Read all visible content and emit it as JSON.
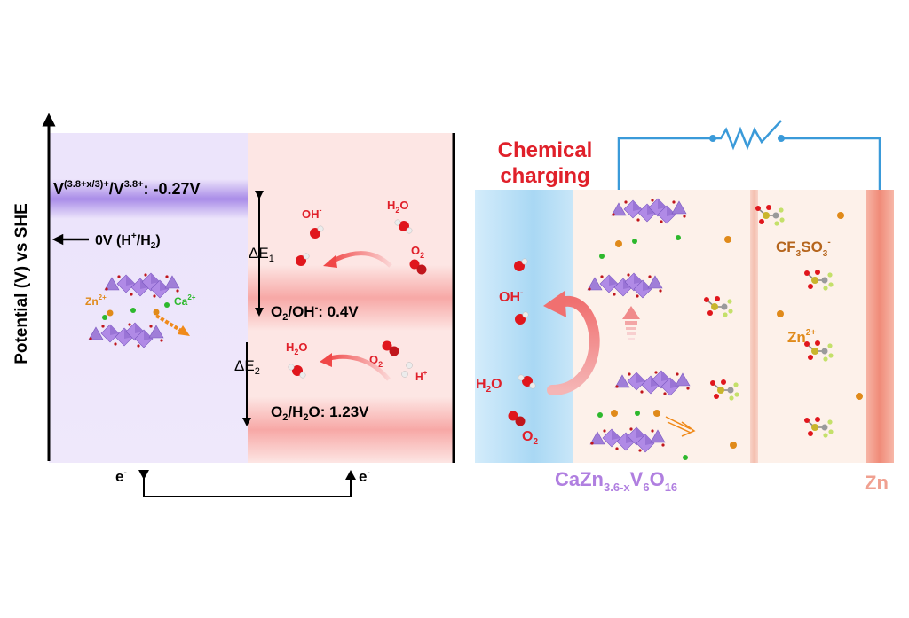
{
  "left_panel": {
    "y_axis_label": "Potential (V) vs SHE",
    "vanadium_couple": {
      "v_main": "V",
      "sup1": "(3.8+x/3)+",
      "mid": "/V",
      "sup2": "3.8+",
      "value": ": -0.27V"
    },
    "hydrogen_ref": {
      "pre": "0V (H",
      "sup": "+",
      "post": "/H",
      "sub": "2",
      "close": ")"
    },
    "delta_e1": {
      "sym": "ΔE",
      "sub": "1"
    },
    "delta_e2": {
      "sym": "ΔE",
      "sub": "2"
    },
    "o2_oh": {
      "o": "O",
      "sub": "2",
      "rest": "/OH",
      "sup": "-",
      "value": ": 0.4V"
    },
    "o2_h2o": {
      "o": "O",
      "sub": "2",
      "slash": "/H",
      "sub2": "2",
      "rest": "O: 1.23V"
    },
    "species": {
      "oh": {
        "base": "OH",
        "sup": "-"
      },
      "h2o": {
        "base": "H",
        "sub": "2",
        "tail": "O"
      },
      "o2": {
        "base": "O",
        "sub": "2"
      },
      "h_plus": {
        "base": "H",
        "sup": "+"
      },
      "zn": {
        "base": "Zn",
        "sup": "2+"
      },
      "ca": {
        "base": "Ca",
        "sup": "2+"
      }
    },
    "electron_label": {
      "base": "e",
      "sup": "-"
    }
  },
  "right_panel": {
    "title_line1": "Chemical",
    "title_line2": "charging",
    "cathode_label": {
      "ca": "CaZn",
      "sub1": "3.6-x",
      "v": "V",
      "sub2": "6",
      "o": "O",
      "sub3": "16"
    },
    "anode_label": "Zn",
    "anion": {
      "cf": "CF",
      "sub1": "3",
      "so": "SO",
      "sub2": "3",
      "sup": "-"
    },
    "zn_ion": {
      "base": "Zn",
      "sup": "2+"
    },
    "oh": {
      "base": "OH",
      "sup": "-"
    },
    "h2o": {
      "base": "H",
      "sub": "2",
      "tail": "O"
    },
    "o2": {
      "base": "O",
      "sub": "2"
    }
  },
  "colors": {
    "purple_label": "#b07fe0",
    "red_text": "#e0202a",
    "orange_ion": "#e08a1a",
    "green_ion": "#2db82d",
    "brown_anion": "#b5651d",
    "circuit_blue": "#3a9ad9",
    "zn_label": "#f0a090"
  }
}
